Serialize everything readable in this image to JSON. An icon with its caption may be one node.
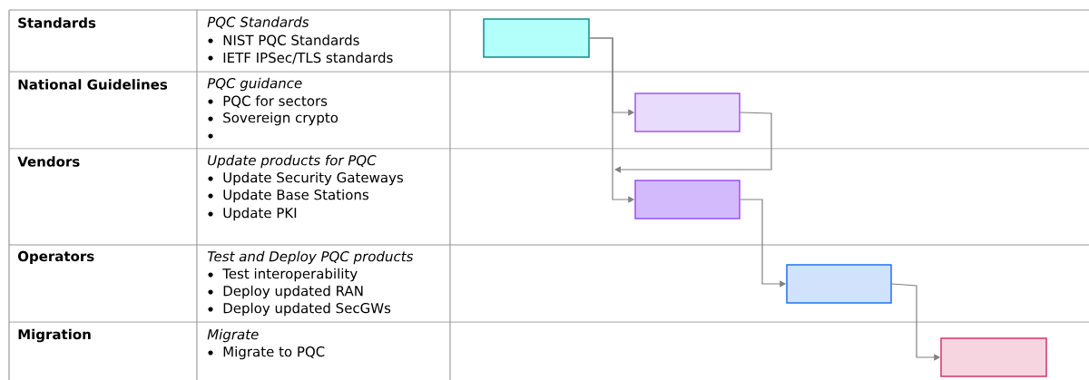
{
  "diagram": {
    "nodes": [
      {
        "text": [],
        "shape": "box"
      },
      {
        "text": [],
        "shape": "box"
      },
      {
        "text": [],
        "shape": "box"
      },
      {
        "text": [],
        "shape": "box"
      },
      {
        "text": [],
        "shape": "box"
      }
    ],
    "edges": [
      {
        "from": 0,
        "to": 1,
        "arrow": "to"
      },
      {
        "from": 0,
        "to": 2,
        "arrow": "to"
      },
      {
        "from": 1,
        "to": null,
        "arrow": "to"
      },
      {
        "from": 2,
        "to": 3,
        "arrow": "to"
      },
      {
        "from": 3,
        "to": 4,
        "arrow": "to"
      }
    ],
    "labels": [
      "Standards",
      "PQC Standards",
      "NIST PQC Standards",
      "IETF IPSec/TLS standards",
      "National Guidelines",
      "PQC guidance",
      "PQC for sectors",
      "Sovereign crypto",
      "Vendors",
      "Update products for PQC",
      "Update Security Gateways",
      "Update Base Stations",
      "Update PKI",
      "Operators",
      "Test and Deploy PQC products",
      "Test interoperability",
      "Deploy updated RAN",
      "Deploy updated SecGWs",
      "Migration",
      "Migrate",
      "Migrate to PQC"
    ]
  }
}
